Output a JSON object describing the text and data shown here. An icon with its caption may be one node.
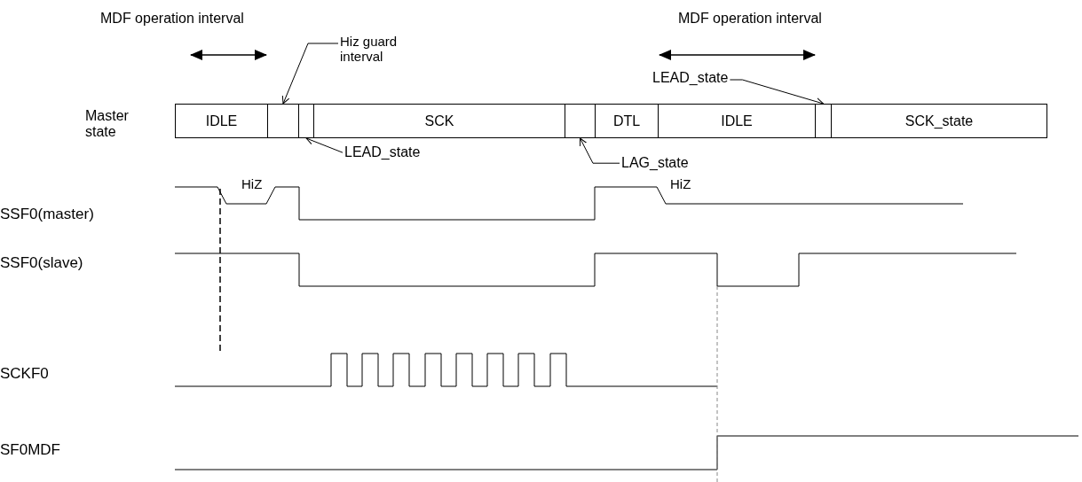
{
  "diagram": {
    "nodes": [
      {
        "text": [
          "IDLE"
        ]
      },
      {
        "text": [],
        "shape": "box"
      },
      {
        "text": [],
        "shape": "box"
      },
      {
        "text": [
          "SCK"
        ]
      },
      {
        "text": [],
        "shape": "box"
      },
      {
        "text": [
          "DTL"
        ]
      },
      {
        "text": [
          "IDLE"
        ]
      },
      {
        "text": [],
        "shape": "box"
      },
      {
        "text": [
          "SCK_state"
        ]
      },
      {
        "text": [
          "Hiz guard interval"
        ]
      },
      {
        "text": [
          "LEAD_state"
        ]
      },
      {
        "text": [
          "LAG_state"
        ]
      },
      {
        "text": [
          "LEAD_state"
        ]
      }
    ],
    "edges": [
      {
        "from": 9,
        "to": 1,
        "arrow": "to"
      },
      {
        "from": 10,
        "to": 2,
        "arrow": "to"
      },
      {
        "from": 11,
        "to": 4,
        "arrow": "to"
      },
      {
        "from": 12,
        "to": 7,
        "arrow": "to"
      }
    ],
    "labels": [
      "MDF operation interval",
      "MDF operation interval",
      "Master state",
      "HiZ",
      "HiZ",
      "SSF0(master)",
      "SSF0(slave)",
      "SCKF0",
      "SF0MDF"
    ]
  }
}
